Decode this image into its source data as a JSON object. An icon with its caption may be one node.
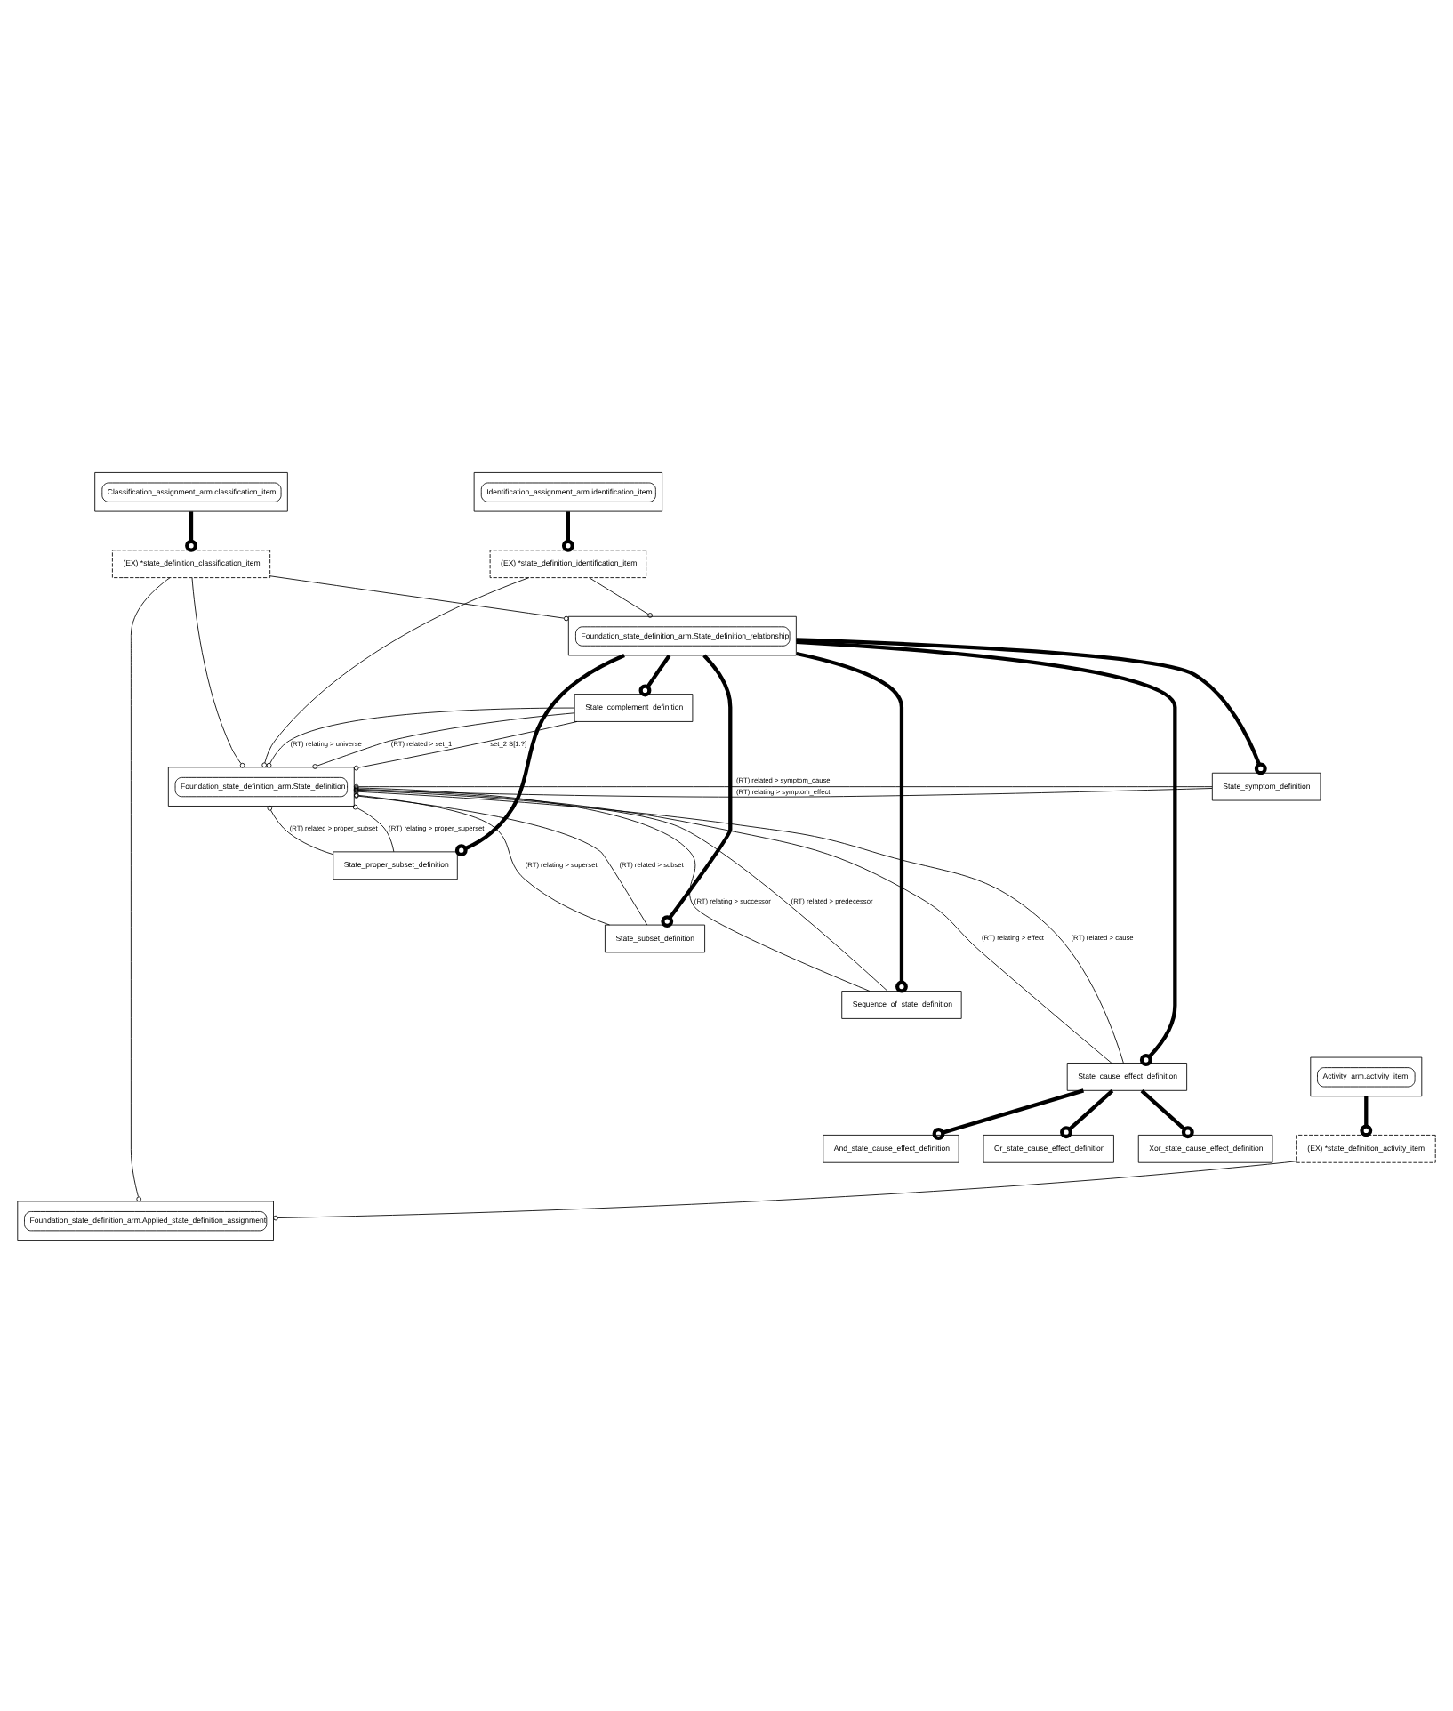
{
  "diagram": {
    "nodes": [
      {
        "text": [
          "Classification_assignment_arm.classification_item"
        ]
      },
      {
        "text": [
          "Foundation_state_definition_arm.State_definition_relationship"
        ]
      },
      {
        "text": [
          "(EX) *state_definition_classification_item"
        ]
      },
      {
        "text": [
          "Identification_assignment_arm.identification_item"
        ]
      },
      {
        "text": [
          "(EX) *state_definition_identification_item"
        ]
      },
      {
        "text": [
          "State_complement_definition"
        ]
      },
      {
        "text": [
          "State_symptom_definition"
        ]
      },
      {
        "text": [
          "Foundation_state_definition_arm.State_definition"
        ]
      },
      {
        "text": [
          "State_proper_subset_definition"
        ]
      },
      {
        "text": [
          "State_subset_definition"
        ]
      },
      {
        "text": [
          "Sequence_of_state_definition"
        ]
      },
      {
        "text": [
          "State_cause_effect_definition"
        ]
      },
      {
        "text": [
          "And_state_cause_effect_definition"
        ]
      },
      {
        "text": [
          "Or_state_cause_effect_definition"
        ]
      },
      {
        "text": [
          "Xor_state_cause_effect_definition"
        ]
      },
      {
        "text": [
          "Foundation_state_definition_arm.Applied_state_definition_assignment"
        ]
      },
      {
        "text": [
          "Activity_arm.activity_item"
        ]
      },
      {
        "text": [
          "(EX) *state_definition_activity_item"
        ]
      }
    ],
    "edges": [
      {
        "from": 0,
        "to": 2,
        "arrow": "other",
        "style": "thick"
      },
      {
        "from": 2,
        "to": 1,
        "arrow": "other"
      },
      {
        "from": 3,
        "to": 4,
        "arrow": "other",
        "style": "thick"
      },
      {
        "from": 4,
        "to": 1,
        "arrow": "other"
      },
      {
        "from": 1,
        "to": 5,
        "arrow": "other",
        "style": "thick"
      },
      {
        "from": 1,
        "to": 6,
        "arrow": "other",
        "style": "thick"
      },
      {
        "from": 1,
        "to": 8,
        "arrow": "other",
        "style": "thick"
      },
      {
        "from": 1,
        "to": 9,
        "arrow": "other",
        "style": "thick"
      },
      {
        "from": 1,
        "to": 10,
        "arrow": "other",
        "style": "thick"
      },
      {
        "from": 1,
        "to": 11,
        "arrow": "other",
        "style": "thick"
      },
      {
        "from": 4,
        "to": 7,
        "arrow": "other"
      },
      {
        "from": 2,
        "to": 7,
        "arrow": "other"
      },
      {
        "from": 5,
        "to": 7,
        "label": "(RT) relating > universe",
        "arrow": "other"
      },
      {
        "from": 5,
        "to": 7,
        "label": "(RT) related > set_1",
        "arrow": "other"
      },
      {
        "from": 5,
        "to": 7,
        "label": "set_2 S[1:?]",
        "arrow": "other"
      },
      {
        "from": 6,
        "to": 7,
        "label": "(RT) relating > symptom_effect",
        "arrow": "other"
      },
      {
        "from": 6,
        "to": 7,
        "label": "(RT) related > symptom_cause",
        "arrow": "other"
      },
      {
        "from": 8,
        "to": 7,
        "label": "(RT) related > proper_subset",
        "arrow": "other"
      },
      {
        "from": 8,
        "to": 7,
        "label": "(RT) relating > proper_superset",
        "arrow": "other"
      },
      {
        "from": 9,
        "to": 7,
        "label": "(RT) relating > superset",
        "arrow": "other"
      },
      {
        "from": 9,
        "to": 7,
        "label": "(RT) related > subset",
        "arrow": "other"
      },
      {
        "from": 10,
        "to": 7,
        "label": "(RT) relating > successor",
        "arrow": "other"
      },
      {
        "from": 10,
        "to": 7,
        "label": "(RT) related > predecessor",
        "arrow": "other"
      },
      {
        "from": 11,
        "to": 7,
        "label": "(RT) relating > effect",
        "arrow": "other"
      },
      {
        "from": 11,
        "to": 7,
        "label": "(RT) related > cause",
        "arrow": "other"
      },
      {
        "from": 11,
        "to": 12,
        "arrow": "other",
        "style": "thick"
      },
      {
        "from": 11,
        "to": 13,
        "arrow": "other",
        "style": "thick"
      },
      {
        "from": 11,
        "to": 14,
        "arrow": "other",
        "style": "thick"
      },
      {
        "from": 2,
        "to": 15,
        "arrow": "other"
      },
      {
        "from": 17,
        "to": 15,
        "arrow": "other"
      },
      {
        "from": 16,
        "to": 17,
        "arrow": "other",
        "style": "thick"
      }
    ]
  }
}
